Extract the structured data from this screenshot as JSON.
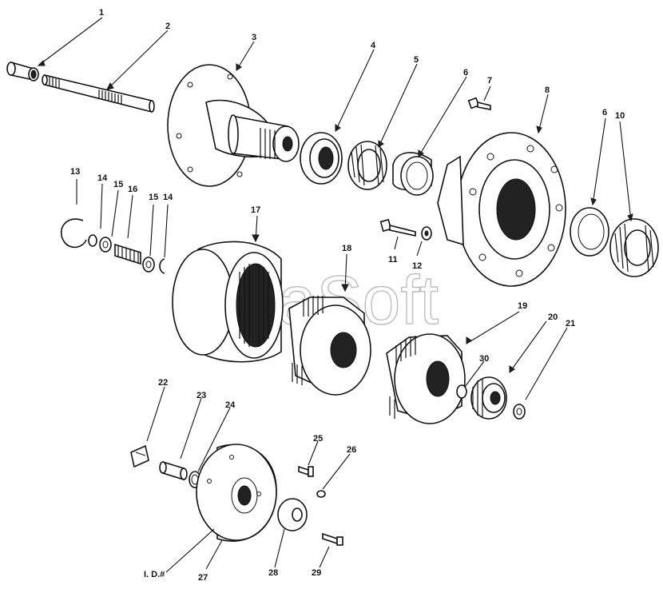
{
  "watermark": "AlfaSoft",
  "callouts": [
    {
      "id": "c1",
      "label": "1"
    },
    {
      "id": "c2",
      "label": "2"
    },
    {
      "id": "c3",
      "label": "3"
    },
    {
      "id": "c4",
      "label": "4"
    },
    {
      "id": "c5",
      "label": "5"
    },
    {
      "id": "c6a",
      "label": "6"
    },
    {
      "id": "c7",
      "label": "7"
    },
    {
      "id": "c8",
      "label": "8"
    },
    {
      "id": "c6b",
      "label": "6"
    },
    {
      "id": "c10",
      "label": "10"
    },
    {
      "id": "c11",
      "label": "11"
    },
    {
      "id": "c12",
      "label": "12"
    },
    {
      "id": "c13",
      "label": "13"
    },
    {
      "id": "c14a",
      "label": "14"
    },
    {
      "id": "c15a",
      "label": "15"
    },
    {
      "id": "c16",
      "label": "16"
    },
    {
      "id": "c15b",
      "label": "15"
    },
    {
      "id": "c14b",
      "label": "14"
    },
    {
      "id": "c17",
      "label": "17"
    },
    {
      "id": "c18",
      "label": "18"
    },
    {
      "id": "c19",
      "label": "19"
    },
    {
      "id": "c20",
      "label": "20"
    },
    {
      "id": "c21",
      "label": "21"
    },
    {
      "id": "c30",
      "label": "30"
    },
    {
      "id": "c22",
      "label": "22"
    },
    {
      "id": "c23",
      "label": "23"
    },
    {
      "id": "c24",
      "label": "24"
    },
    {
      "id": "c25",
      "label": "25"
    },
    {
      "id": "c26",
      "label": "26"
    },
    {
      "id": "cid",
      "label": "I. D.#"
    },
    {
      "id": "c27",
      "label": "27"
    },
    {
      "id": "c28",
      "label": "28"
    },
    {
      "id": "c29",
      "label": "29"
    }
  ]
}
